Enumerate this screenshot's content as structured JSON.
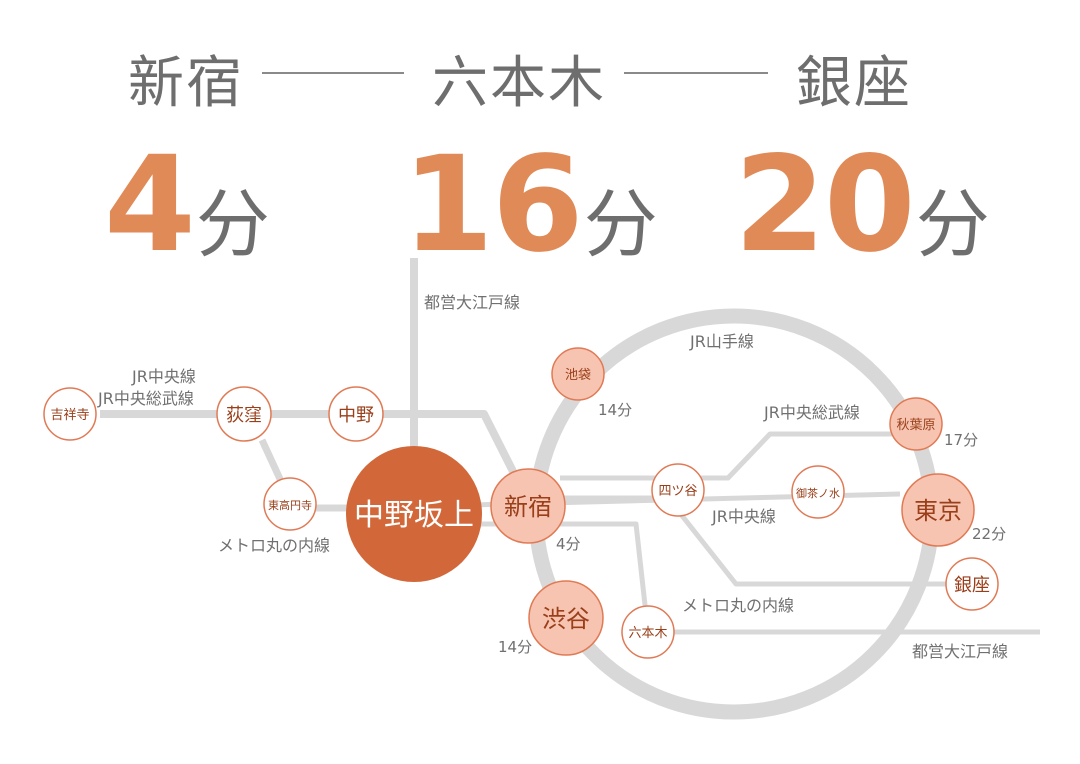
{
  "header": {
    "destinations": [
      "新宿",
      "六本木",
      "銀座"
    ],
    "times": [
      {
        "value": "4",
        "unit": "分"
      },
      {
        "value": "16",
        "unit": "分"
      },
      {
        "value": "20",
        "unit": "分"
      }
    ]
  },
  "lines": {
    "oedo_top": "都営大江戸線",
    "yamanote": "JR山手線",
    "chuo_left_1": "JR中央線",
    "chuo_left_2": "JR中央総武線",
    "chuosobu_right": "JR中央総武線",
    "marunouchi_left": "メトロ丸の内線",
    "chuo_right": "JR中央線",
    "marunouchi_right": "メトロ丸の内線",
    "oedo_bottom": "都営大江戸線"
  },
  "stations": {
    "kichijoji": "吉祥寺",
    "ogikubo": "荻窪",
    "nakano": "中野",
    "higashi_koenji": "東高円寺",
    "nakano_sakaue": "中野坂上",
    "shinjuku": "新宿",
    "ikebukuro": "池袋",
    "yotsuya": "四ツ谷",
    "ochanomizu": "御茶ノ水",
    "akihabara": "秋葉原",
    "tokyo": "東京",
    "ginza": "銀座",
    "shibuya": "渋谷",
    "roppongi": "六本木"
  },
  "minutes": {
    "ikebukuro": "14分",
    "akihabara": "17分",
    "tokyo": "22分",
    "shinjuku": "4分",
    "shibuya": "14分"
  },
  "colors": {
    "accent": "#e08a58",
    "main_station": "#d2683a",
    "station_fill": "#f6c4b0",
    "station_stroke": "#e07a55",
    "line": "#d8d8d8"
  }
}
